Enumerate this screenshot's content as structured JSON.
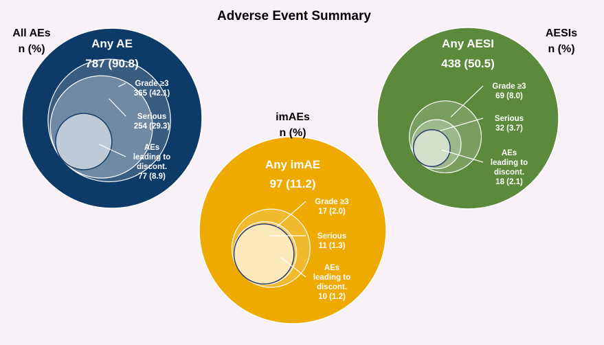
{
  "title": "Adverse Event Summary",
  "colors": {
    "background": "#f9f1f8",
    "all_aes": "#0d3a66",
    "imaes": "#eeaa00",
    "aesis": "#5b8a3c"
  },
  "chart_data": [
    {
      "type": "nested-circle",
      "group_label_line1": "All AEs",
      "group_label_line2": "n (%)",
      "main_label": "Any AE",
      "main_value": "787 (90.8)",
      "n": 787,
      "subsets": [
        {
          "label_lines": [
            "Grade ≥3"
          ],
          "value": "365 (42.1)",
          "n": 365
        },
        {
          "label_lines": [
            "Serious"
          ],
          "value": "254 (29.3)",
          "n": 254
        },
        {
          "label_lines": [
            "AEs",
            "leading to",
            "discont."
          ],
          "value": "77 (8.9)",
          "n": 77
        }
      ]
    },
    {
      "type": "nested-circle",
      "group_label_line1": "imAEs",
      "group_label_line2": "n (%)",
      "main_label": "Any imAE",
      "main_value": "97 (11.2)",
      "n": 97,
      "subsets": [
        {
          "label_lines": [
            "Grade ≥3"
          ],
          "value": "17 (2.0)",
          "n": 17
        },
        {
          "label_lines": [
            "Serious"
          ],
          "value": "11 (1.3)",
          "n": 11
        },
        {
          "label_lines": [
            "AEs",
            "leading to",
            "discont."
          ],
          "value": "10 (1.2)",
          "n": 10
        }
      ]
    },
    {
      "type": "nested-circle",
      "group_label_line1": "AESIs",
      "group_label_line2": "n (%)",
      "main_label": "Any AESI",
      "main_value": "438 (50.5)",
      "n": 438,
      "subsets": [
        {
          "label_lines": [
            "Grade ≥3"
          ],
          "value": "69 (8.0)",
          "n": 69
        },
        {
          "label_lines": [
            "Serious"
          ],
          "value": "32 (3.7)",
          "n": 32
        },
        {
          "label_lines": [
            "AEs",
            "leading to",
            "discont."
          ],
          "value": "18 (2.1)",
          "n": 18
        }
      ]
    }
  ]
}
